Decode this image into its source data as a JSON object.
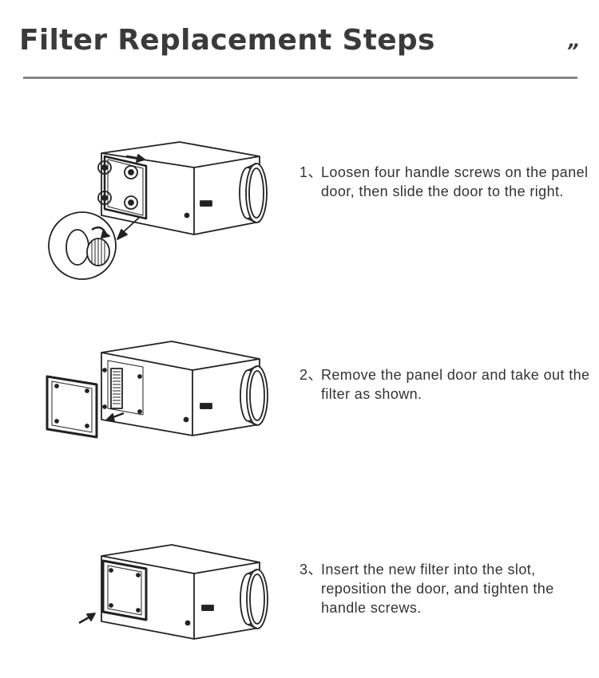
{
  "header": {
    "title": "Filter Replacement Steps",
    "quote_mark": "”"
  },
  "steps": [
    {
      "number": "1、",
      "text": "Loosen four handle screws on the panel door, then slide the door to the right."
    },
    {
      "number": "2、",
      "text": "Remove the panel door and take out the filter as shown."
    },
    {
      "number": "3、",
      "text": "Insert the new filter into the slot, reposition the door, and tighten the handle screws."
    }
  ]
}
